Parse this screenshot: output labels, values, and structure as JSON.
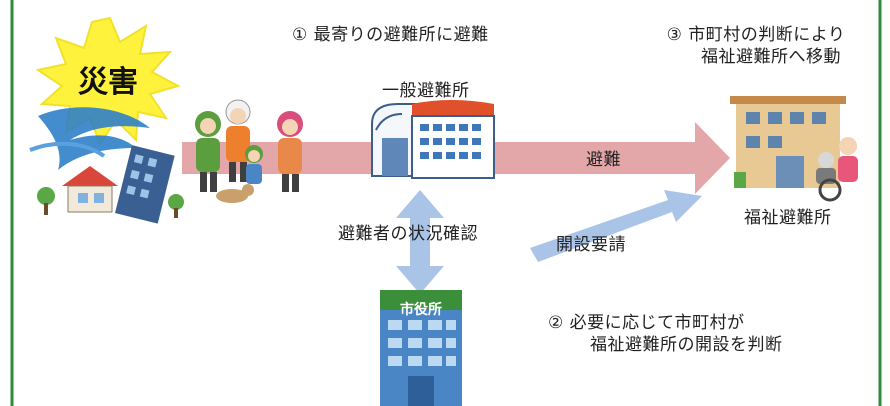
{
  "disaster": {
    "label": "災害"
  },
  "step1": {
    "text": "① 最寄りの避難所に避難"
  },
  "step3": {
    "line1": "③ 市町村の判断により",
    "line2": "福祉避難所へ移動"
  },
  "general_shelter": {
    "label": "一般避難所"
  },
  "evacuation_arrow": {
    "label": "避難"
  },
  "welfare_shelter": {
    "label": "福祉避難所"
  },
  "status_check": {
    "label": "避難者の状況確認"
  },
  "open_request": {
    "label": "開設要請"
  },
  "city_hall": {
    "sign": "市役所"
  },
  "step2": {
    "line1": "② 必要に応じて市町村が",
    "line2": "福祉避難所の開設を判断"
  },
  "colors": {
    "frame": "#2e8b3e",
    "main_arrow": "#e3a7a9",
    "blue_arrow": "#a9c4e6",
    "burst": "#fff23d",
    "hall_sign": "#3c8f3a",
    "shelter_roof": "#e0502a"
  }
}
